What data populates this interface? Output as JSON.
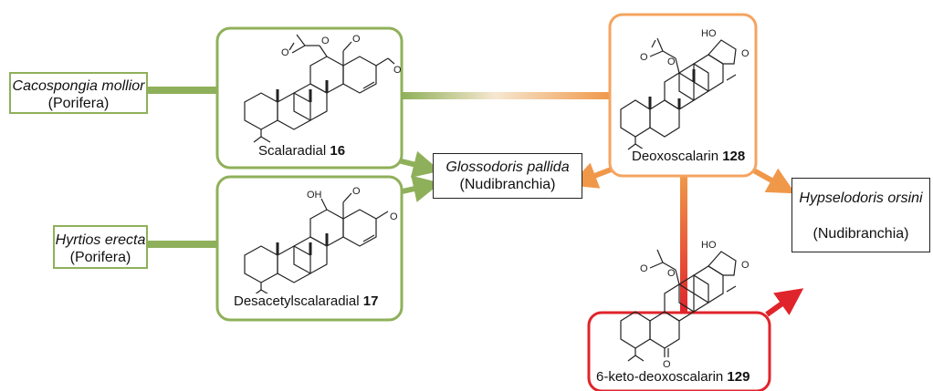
{
  "organisms": {
    "cacospongia": {
      "species": "Cacospongia mollior",
      "taxon": "(Porifera)"
    },
    "hyrtios": {
      "species": "Hyrtios erecta",
      "taxon": "(Porifera)"
    },
    "glossodoris": {
      "species": "Glossodoris pallida",
      "taxon": "(Nudibranchia)"
    },
    "hypselodoris": {
      "species": "Hypselodoris orsini",
      "taxon": "(Nudibranchia)"
    }
  },
  "compounds": {
    "scalaradial": {
      "name": "Scalaradial",
      "number": "16",
      "atoms": [
        "O",
        "O",
        "O",
        "O"
      ]
    },
    "desacetyl": {
      "name": "Desacetylscalaradial",
      "number": "17",
      "atoms": [
        "OH",
        "O",
        "O"
      ]
    },
    "deoxoscalarin": {
      "name": "Deoxoscalarin",
      "number": "128",
      "atoms": [
        "O",
        "O",
        "HO",
        "O"
      ]
    },
    "ketodeoxo": {
      "name": "6-keto-deoxoscalarin",
      "number": "129",
      "atoms": [
        "O",
        "O",
        "HO",
        "O",
        "O"
      ]
    }
  },
  "colors": {
    "green": "#8fb05a",
    "orange": "#f4a460",
    "red": "#e0242b",
    "orange_arrow": "#f0984a"
  }
}
